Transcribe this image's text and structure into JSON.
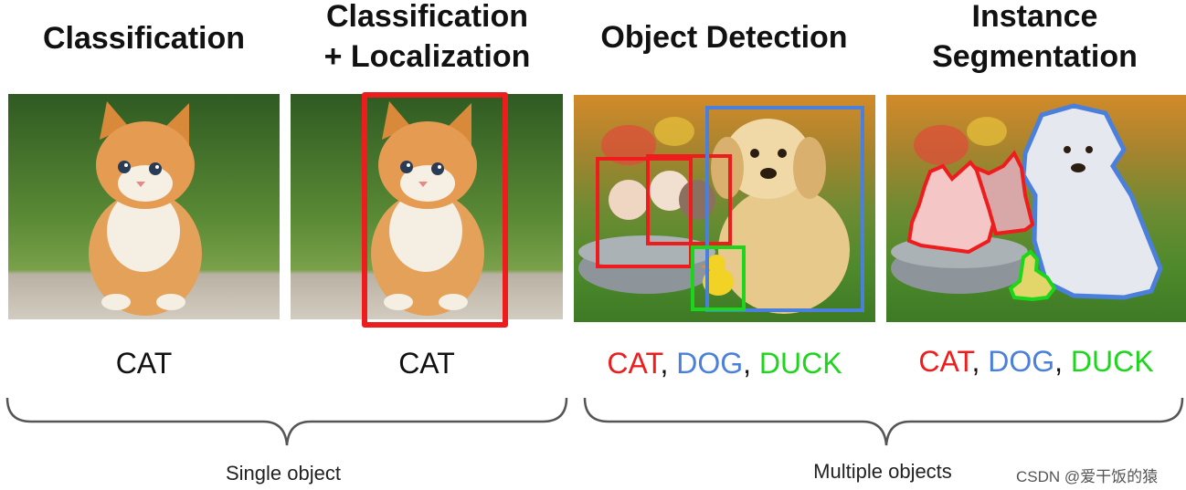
{
  "titles": {
    "classification": "Classification",
    "cls_loc_line1": "Classification",
    "cls_loc_line2": "+ Localization",
    "object_detection": "Object Detection",
    "instance_line1": "Instance",
    "instance_line2": "Segmentation"
  },
  "labels": {
    "cat1": "CAT",
    "cat2": "CAT",
    "det_cat": "CAT",
    "det_dog": "DOG",
    "det_duck": "DUCK",
    "seg_cat": "CAT",
    "seg_dog": "DOG",
    "seg_duck": "DUCK",
    "comma": ","
  },
  "groups": {
    "single": "Single object",
    "multiple": "Multiple objects"
  },
  "watermark": "CSDN @爱干饭的猿",
  "colors": {
    "cat": "#ee1c1c",
    "dog": "#4a7fdc",
    "duck": "#1bd61b"
  }
}
